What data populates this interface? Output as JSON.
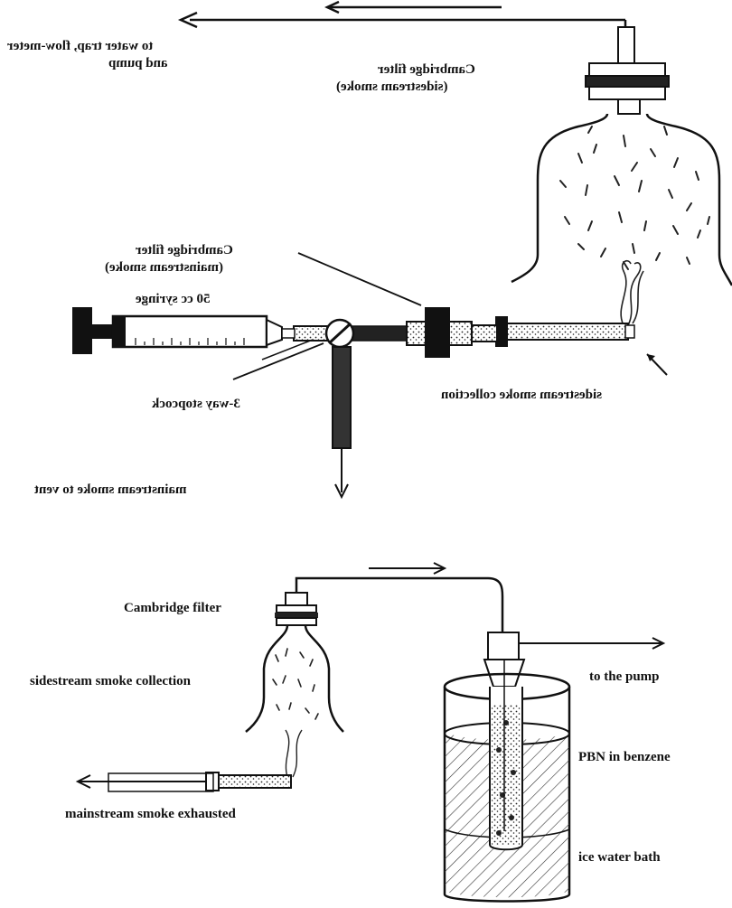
{
  "top_apparatus": {
    "labels": {
      "to_water_trap_line1": "to water trap, flow-meter",
      "to_water_trap_line2": "and pump",
      "cambridge_filter_sidestream_line1": "Cambridge filter",
      "cambridge_filter_sidestream_line2": "(sidestream smoke)",
      "cambridge_filter_mainstream_line1": "Cambridge filter",
      "cambridge_filter_mainstream_line2": "(mainstream smoke)",
      "syringe": "50 cc syringe",
      "stopcock": "3-way stopcock",
      "sidestream_collection": "sidestream smoke collection",
      "mainstream_vent": "mainstream smoke to vent"
    },
    "text_orientation": "mirrored"
  },
  "bottom_apparatus": {
    "labels": {
      "cambridge_filter": "Cambridge filter",
      "sidestream_collection": "sidestream smoke collection",
      "mainstream_exhausted": "mainstream smoke  exhausted",
      "to_pump": "to the pump",
      "pbn_in_benzene": "PBN in benzene",
      "ice_water_bath": "ice water bath"
    }
  }
}
